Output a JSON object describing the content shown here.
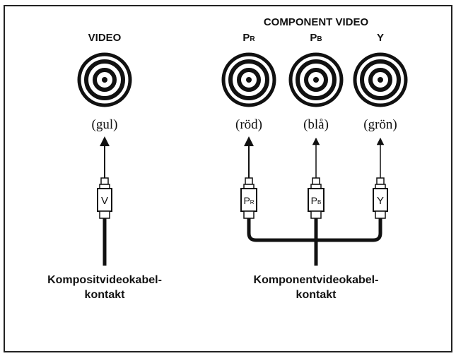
{
  "diagram": {
    "video_heading": "VIDEO",
    "component_heading": "COMPONENT VIDEO",
    "jacks": [
      {
        "id": "video",
        "main": "",
        "sub": "",
        "color_label": "(gul)",
        "plug_main": "V",
        "plug_sub": ""
      },
      {
        "id": "pr",
        "main": "P",
        "sub": "R",
        "color_label": "(röd)",
        "plug_main": "P",
        "plug_sub": "R"
      },
      {
        "id": "pb",
        "main": "P",
        "sub": "B",
        "color_label": "(blå)",
        "plug_main": "P",
        "plug_sub": "B"
      },
      {
        "id": "y",
        "main": "Y",
        "sub": "",
        "color_label": "(grön)",
        "plug_main": "Y",
        "plug_sub": ""
      }
    ],
    "captions": {
      "composite_line1": "Kompositvideokabel-",
      "composite_line2": "kontakt",
      "component_line1": "Komponentvideokabel-",
      "component_line2": "kontakt"
    }
  }
}
